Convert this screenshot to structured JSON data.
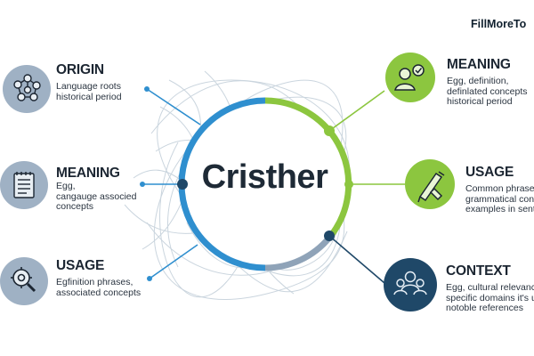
{
  "brand": "FillMoreTo",
  "center": {
    "label": "Cristher"
  },
  "colors": {
    "blue": "#2f8fcf",
    "green": "#8cc63f",
    "slate": "#8fa3b8",
    "navy": "#1f4868",
    "steel_circle": "#9fb1c4",
    "ink": "#1c2632"
  },
  "left_nodes": [
    {
      "title": "ORIGIN",
      "icon": "network-nodes-icon",
      "lines": [
        "Language roots",
        "historical period"
      ]
    },
    {
      "title": "MEANING",
      "icon": "notebook-icon",
      "lines": [
        "Egg,",
        "cangauge associed",
        "concepts"
      ]
    },
    {
      "title": "USAGE",
      "icon": "magnifier-gear-icon",
      "lines": [
        "Egfinition phrases,",
        "associated concepts"
      ]
    }
  ],
  "right_nodes": [
    {
      "title": "MEANING",
      "icon": "person-check-icon",
      "lines": [
        "Egg, definition,",
        "definlated concepts",
        "historical period"
      ]
    },
    {
      "title": "USAGE",
      "icon": "pen-tools-icon",
      "lines": [
        "Common phrases",
        "grammatical cont",
        "examples in sente"
      ]
    },
    {
      "title": "CONTEXT",
      "icon": "people-group-icon",
      "lines": [
        "Egg, cultural relevance,",
        "specific domains it's us",
        "notoble references"
      ]
    }
  ]
}
